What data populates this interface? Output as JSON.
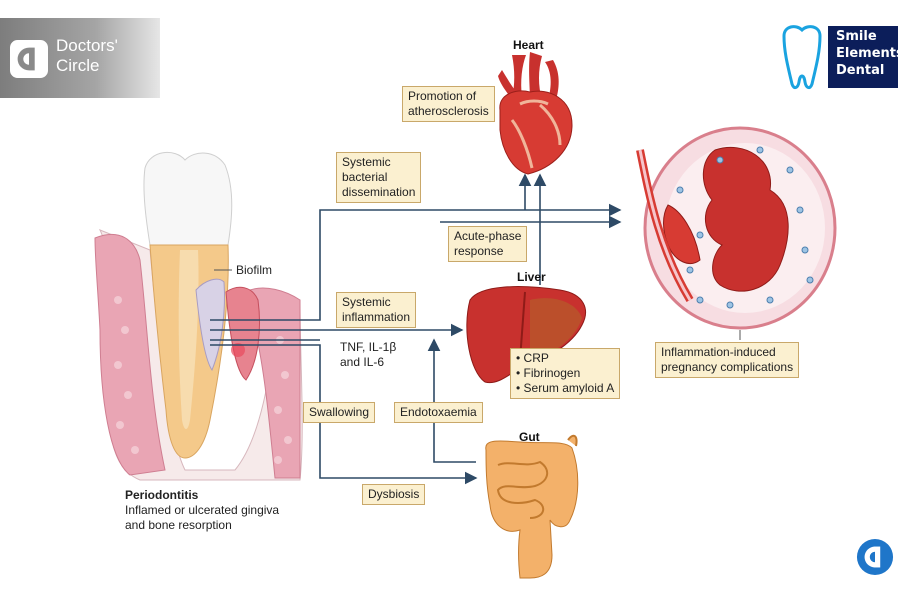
{
  "brand": {
    "name_line1": "Doctors'",
    "name_line2": "Circle"
  },
  "sponsor": {
    "line1": "Smile",
    "line2": "Elements",
    "line3": "Dental"
  },
  "organs": {
    "heart": "Heart",
    "liver": "Liver",
    "gut": "Gut"
  },
  "labels": {
    "atherosclerosis": "Promotion of\natherosclerosis",
    "bacterial": "Systemic\nbacterial\ndissemination",
    "acute": "Acute-phase\nresponse",
    "biofilm": "Biofilm",
    "inflammation": "Systemic\ninflammation",
    "cytokines": "TNF, IL-1β\nand IL-6",
    "swallowing": "Swallowing",
    "endotoxaemia": "Endotoxaemia",
    "dysbiosis": "Dysbiosis",
    "pregnancy": "Inflammation-induced\npregnancy complications",
    "liver_products": [
      "CRP",
      "Fibrinogen",
      "Serum amyloid A"
    ]
  },
  "periodontitis": {
    "title": "Periodontitis",
    "desc": "Inflamed or ulcerated gingiva\nand bone resorption"
  },
  "colors": {
    "arrow": "#2e4a66",
    "box_fill": "#fbf0d0",
    "box_border": "#c9a86a",
    "organ_red": "#c8312e",
    "gut_orange": "#f3b16a",
    "tooth": "#f5f5f5",
    "dentin": "#f4c98a",
    "gum": "#e9a5b4"
  }
}
